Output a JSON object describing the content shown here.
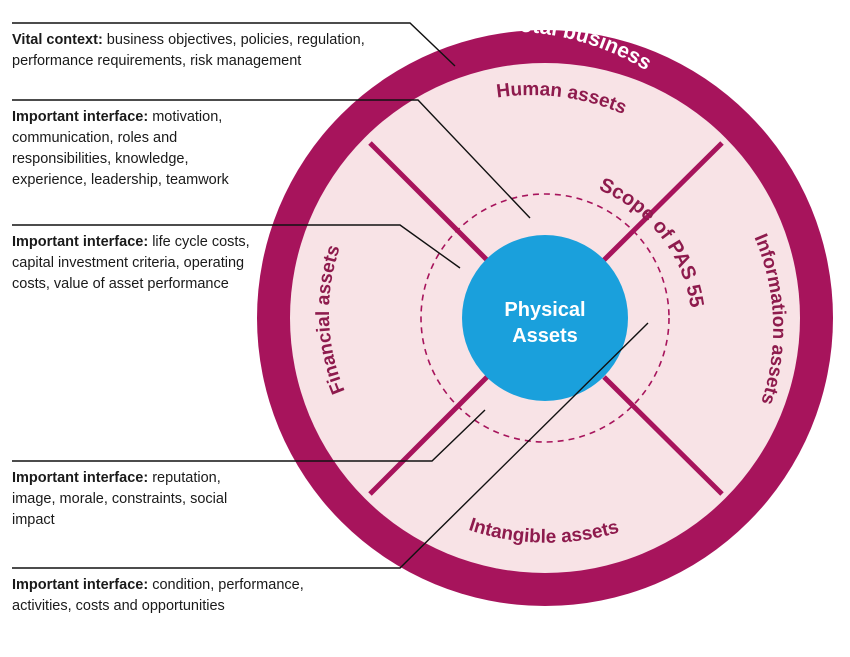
{
  "colors": {
    "ring": "#a7145c",
    "segment_fill": "#f8e3e6",
    "segment_text": "#8e1b4d",
    "core": "#1aa0dc",
    "callout_line": "#111111",
    "text": "#1a1a1a"
  },
  "outer_ring": {
    "label": "Total business"
  },
  "segments": {
    "top": "Human assets",
    "right": "Information assets",
    "bottom": "Intangible assets",
    "left": "Financial assets"
  },
  "scope_label": "Scope of PAS 55",
  "core": {
    "line1": "Physical",
    "line2": "Assets"
  },
  "notes": [
    {
      "title": "Vital context:",
      "body": " business objectives, policies, regulation, performance requirements, risk management"
    },
    {
      "title": "Important interface:",
      "body": " motivation, communication, roles and responsibilities, knowledge, experience, leadership, teamwork"
    },
    {
      "title": "Important interface:",
      "body": " life cycle costs, capital investment criteria, operating costs, value of asset performance"
    },
    {
      "title": "Important interface:",
      "body": " reputation, image, morale, constraints, social impact"
    },
    {
      "title": "Important interface:",
      "body": " condition, performance, activities, costs and opportunities"
    }
  ]
}
